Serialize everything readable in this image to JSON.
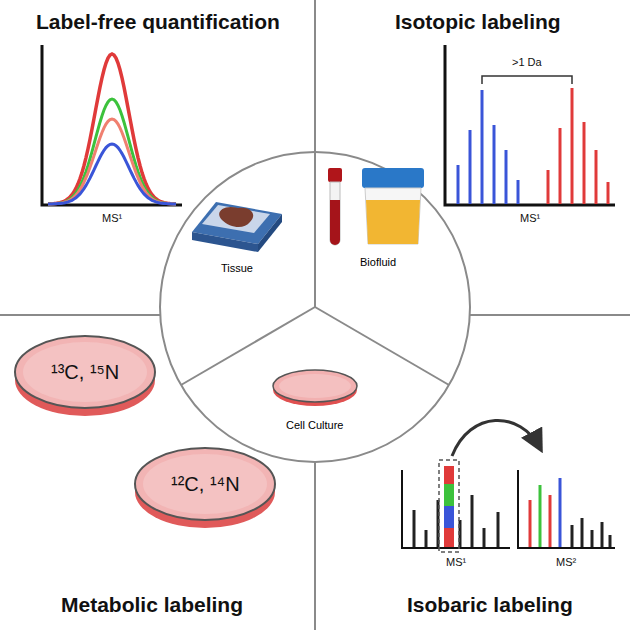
{
  "diagram": {
    "nodes": [
      {
        "text": [
          "Tissue"
        ]
      },
      {
        "text": [
          "Biofluid"
        ]
      },
      {
        "text": [
          "Cell Culture"
        ]
      },
      {
        "text": [
          "¹³C, ¹⁵N"
        ]
      },
      {
        "text": [
          "¹²C, ¹⁴N"
        ]
      }
    ],
    "labels": [
      "Label-free quantification",
      "Isotopic labeling",
      "Metabolic labeling",
      "Isobaric labeling",
      "MS¹",
      ">1 Da",
      "MS¹",
      "MS¹",
      "MS²"
    ]
  }
}
